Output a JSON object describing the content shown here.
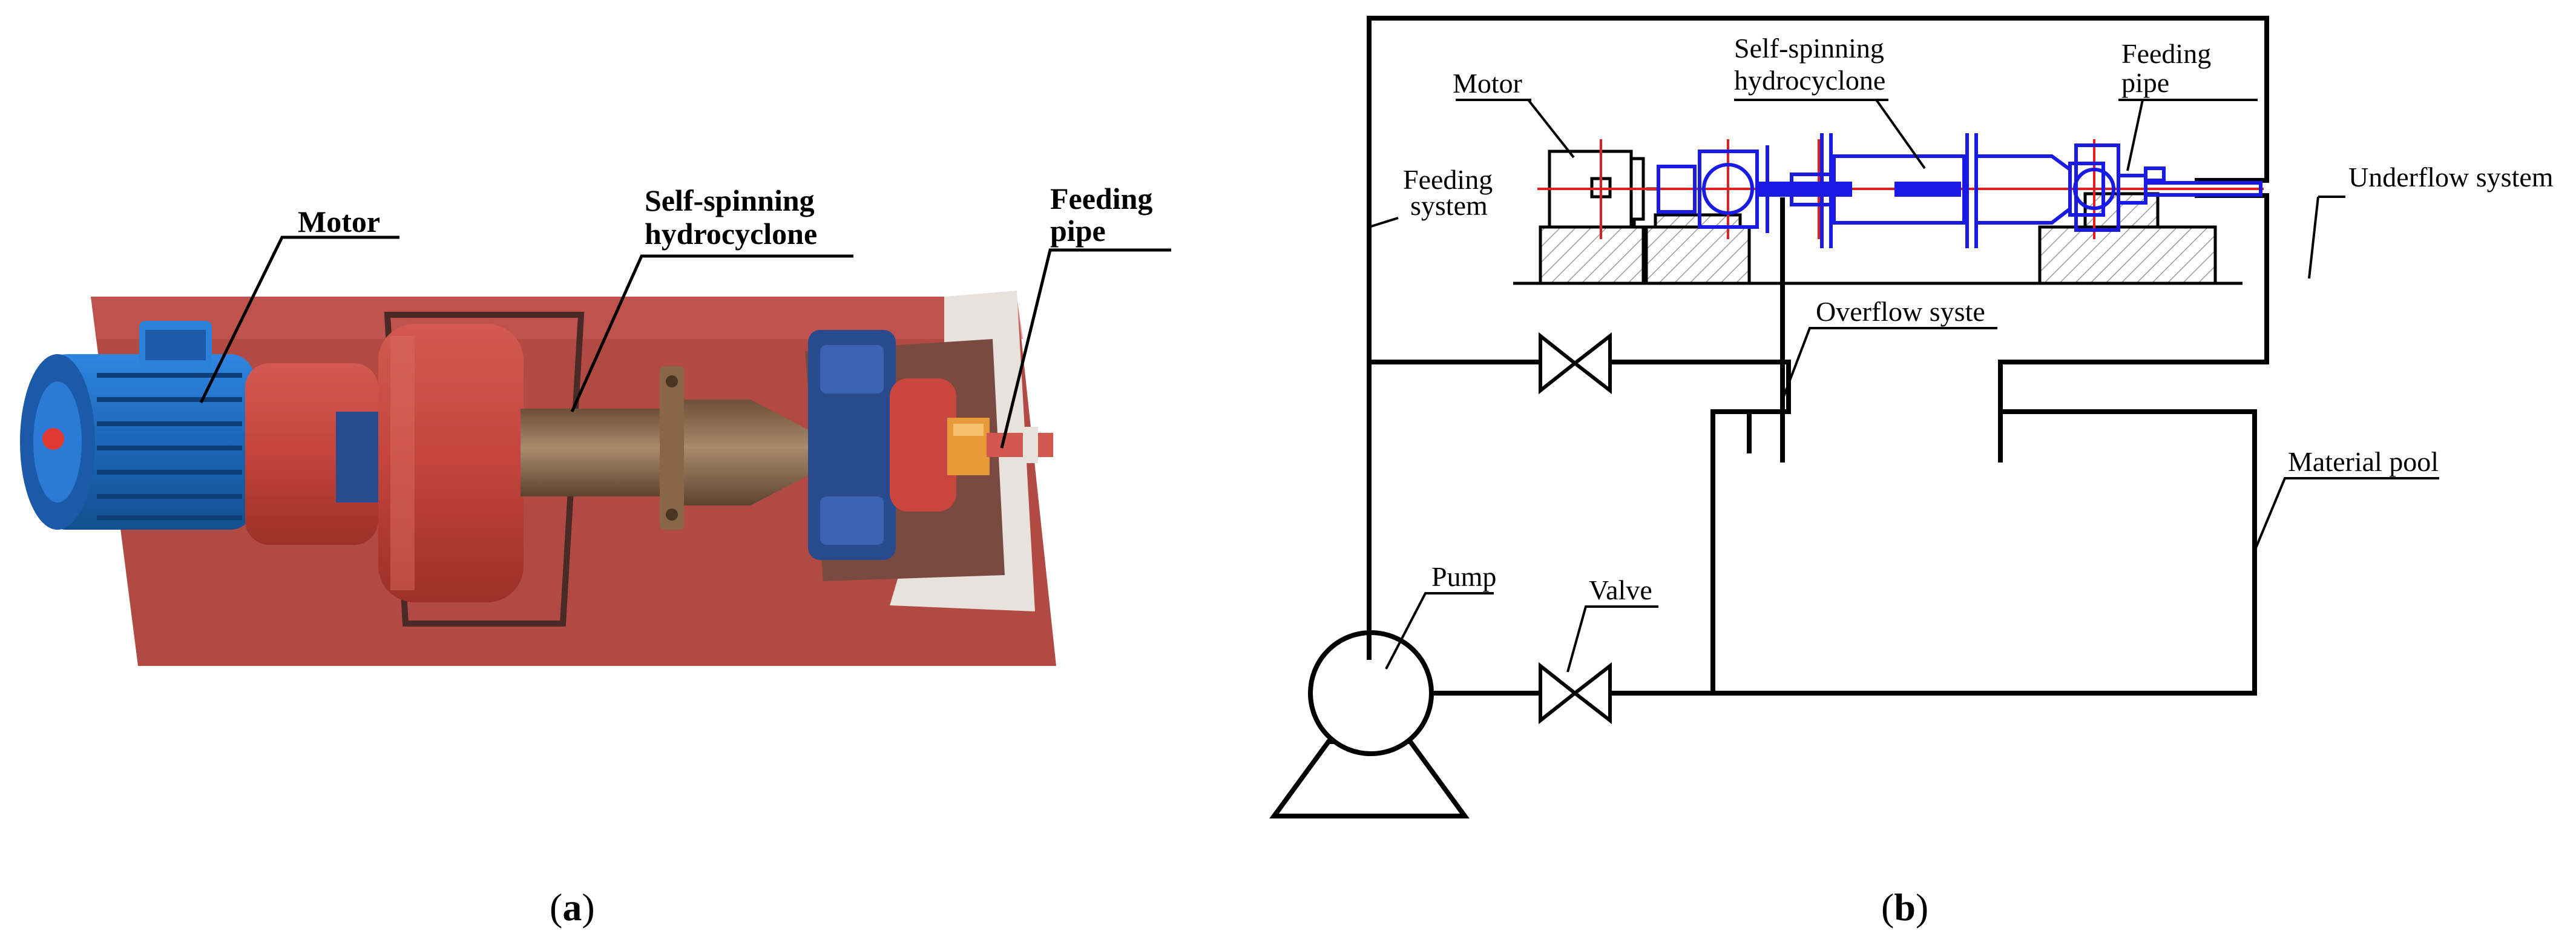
{
  "panel_a": {
    "labels": {
      "motor": "Motor",
      "hydrocyclone_line1": "Self-spinning",
      "hydrocyclone_line2": "hydrocyclone",
      "feeding_line1": "Feeding",
      "feeding_line2": "pipe"
    },
    "caption_open": "(",
    "caption_letter": "a",
    "caption_close": ")",
    "colors": {
      "base_plate": "#b24a44",
      "motor_blue": "#1f6fc4",
      "housing_red": "#c8463e",
      "pipe_bronze": "#8a6a4e",
      "bearing_blue": "#2a4a8e"
    }
  },
  "panel_b": {
    "labels": {
      "motor": "Motor",
      "hydrocyclone_line1": "Self-spinning",
      "hydrocyclone_line2": "hydrocyclone",
      "feeding_line1": "Feeding",
      "feeding_line2": "pipe",
      "feeding_system_line1": "Feeding",
      "feeding_system_line2": "system",
      "underflow": "Underflow system",
      "overflow": "Overflow syste",
      "material_pool": "Material pool",
      "pump": "Pump",
      "valve": "Valve"
    },
    "caption_open": "(",
    "caption_letter": "b",
    "caption_close": ")",
    "colors": {
      "line": "#000000",
      "device_blue": "#1a1ae6",
      "axis_red": "#e02020"
    }
  }
}
